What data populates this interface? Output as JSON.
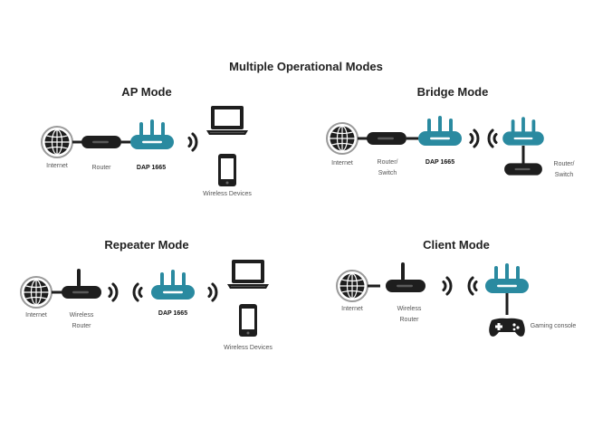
{
  "title": "Multiple Operational Modes",
  "colors": {
    "teal": "#2a8aa0",
    "dark": "#1e1e1e",
    "gray": "#555555"
  },
  "ap_mode": {
    "title": "AP Mode",
    "labels": {
      "internet": "Internet",
      "router": "Router",
      "device": "DAP 1665",
      "wireless": "Wireless Devices"
    }
  },
  "bridge_mode": {
    "title": "Bridge Mode",
    "labels": {
      "internet": "Internet",
      "router_1": "Router/",
      "switch_1": "Switch",
      "device": "DAP 1665",
      "router_2": "Router/",
      "switch_2": "Switch"
    }
  },
  "repeater_mode": {
    "title": "Repeater Mode",
    "labels": {
      "internet": "Internet",
      "wireless_1": "Wireless",
      "router_1": "Router",
      "device": "DAP 1665",
      "wireless": "Wireless Devices"
    }
  },
  "client_mode": {
    "title": "Client Mode",
    "labels": {
      "internet": "Internet",
      "wireless_1": "Wireless",
      "router_1": "Router",
      "console": "Gaming console"
    }
  }
}
